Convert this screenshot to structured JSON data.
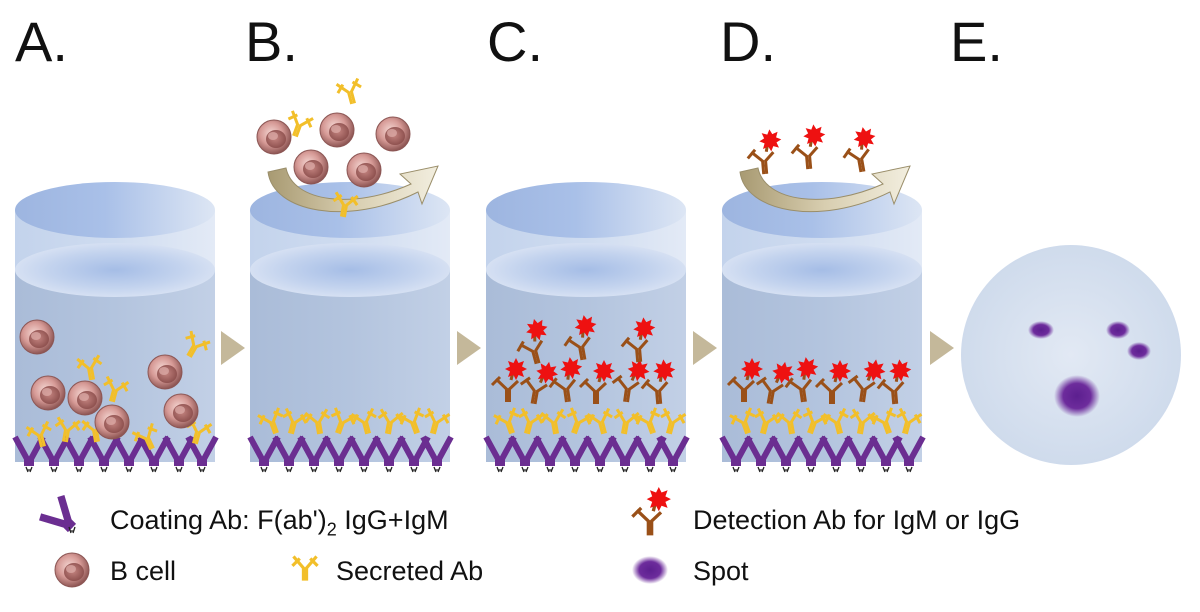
{
  "steps": [
    "A.",
    "B.",
    "C.",
    "D.",
    "E."
  ],
  "legend": {
    "coating_label": "Coating Ab: F(ab')",
    "coating_sub": "2",
    "coating_suffix": " IgG+IgM",
    "bcell_label": "B cell",
    "secreted_label": "Secreted Ab",
    "detection_label": "Detection Ab for IgM or IgG",
    "spot_label": "Spot"
  },
  "colors": {
    "well_top": "#aec4e6",
    "well_body": "#b8cbe3",
    "well_liquid": "#aebfda",
    "coating_ab": "#6b2e91",
    "secreted_ab": "#f2bf2a",
    "detection_ab": "#9a5018",
    "detection_label": "#ee1111",
    "bcell": "#c88a8a",
    "spot": "#6a2a9a",
    "arrow": "#c4b89a",
    "membrane": "#dbe3f0"
  },
  "icons": [
    "coating-antibody-icon",
    "b-cell-icon",
    "secreted-antibody-icon",
    "detection-antibody-icon",
    "spot-icon",
    "step-arrow-icon",
    "recycle-arrow-icon"
  ]
}
